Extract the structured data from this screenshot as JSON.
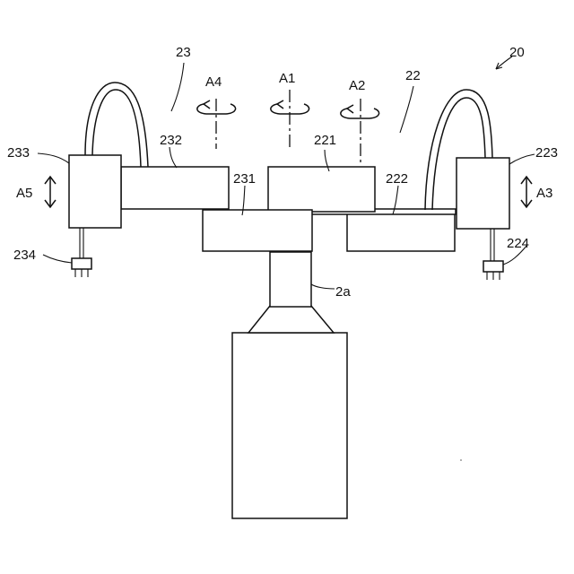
{
  "labels": {
    "robot": "20",
    "arm_right": "22",
    "arm_left": "23",
    "axis_a1": "A1",
    "axis_a2": "A2",
    "axis_a4": "A4",
    "arrow_a3": "A3",
    "arrow_a5": "A5",
    "part_221": "221",
    "part_222": "222",
    "part_223": "223",
    "part_224": "224",
    "part_231": "231",
    "part_232": "232",
    "part_233": "233",
    "part_234": "234",
    "base": "2a"
  }
}
